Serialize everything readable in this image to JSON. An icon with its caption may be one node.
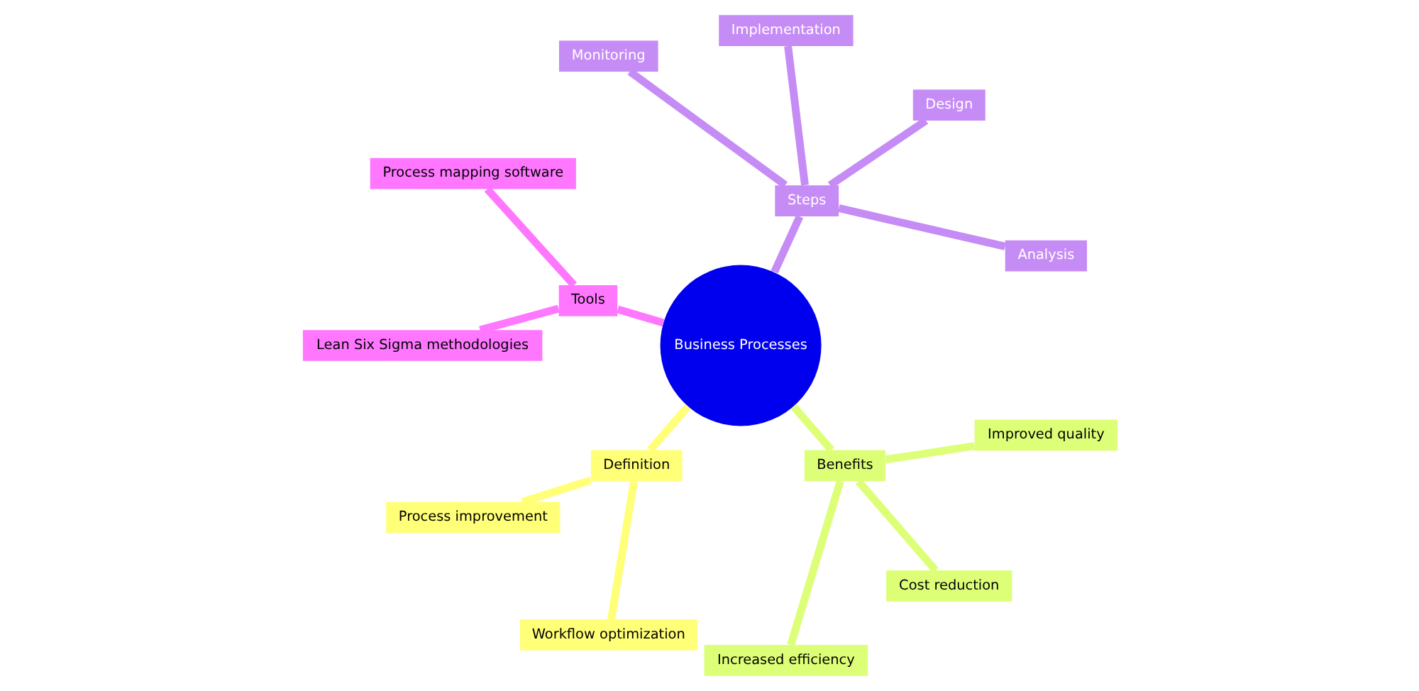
{
  "diagram": {
    "nodes": [
      {
        "text": [
          "Business Processes"
        ]
      },
      {
        "text": [
          "Steps"
        ]
      },
      {
        "text": [
          "Analysis"
        ]
      },
      {
        "text": [
          "Design"
        ]
      },
      {
        "text": [
          "Implementation"
        ]
      },
      {
        "text": [
          "Monitoring"
        ]
      },
      {
        "text": [
          "Tools"
        ]
      },
      {
        "text": [
          "Process mapping software"
        ]
      },
      {
        "text": [
          "Lean Six Sigma methodologies"
        ]
      },
      {
        "text": [
          "Definition"
        ]
      },
      {
        "text": [
          "Process improvement"
        ]
      },
      {
        "text": [
          "Workflow optimization"
        ]
      },
      {
        "text": [
          "Benefits"
        ]
      },
      {
        "text": [
          "Increased efficiency"
        ]
      },
      {
        "text": [
          "Cost reduction"
        ]
      },
      {
        "text": [
          "Improved quality"
        ]
      }
    ],
    "edges": [
      {
        "from": 0,
        "to": 1,
        "arrow": "none"
      },
      {
        "from": 1,
        "to": 2,
        "arrow": "none"
      },
      {
        "from": 1,
        "to": 3,
        "arrow": "none"
      },
      {
        "from": 1,
        "to": 4,
        "arrow": "none"
      },
      {
        "from": 1,
        "to": 5,
        "arrow": "none"
      },
      {
        "from": 0,
        "to": 6,
        "arrow": "none",
        "color": "#ff77ff"
      },
      {
        "from": 6,
        "to": 7,
        "arrow": "none",
        "color": "#ff77ff"
      },
      {
        "from": 6,
        "to": 8,
        "arrow": "none",
        "color": "#ff77ff"
      },
      {
        "from": 0,
        "to": 9,
        "arrow": "none",
        "color": "#ffff78"
      },
      {
        "from": 9,
        "to": 10,
        "arrow": "none",
        "color": "#ffff78"
      },
      {
        "from": 9,
        "to": 11,
        "arrow": "none",
        "color": "#ffff78"
      },
      {
        "from": 0,
        "to": 12,
        "arrow": "none",
        "color": "#ddff77"
      },
      {
        "from": 12,
        "to": 13,
        "arrow": "none",
        "color": "#ddff77"
      },
      {
        "from": 12,
        "to": 14,
        "arrow": "none",
        "color": "#ddff77"
      },
      {
        "from": 12,
        "to": 15,
        "arrow": "none",
        "color": "#ddff77"
      }
    ]
  }
}
